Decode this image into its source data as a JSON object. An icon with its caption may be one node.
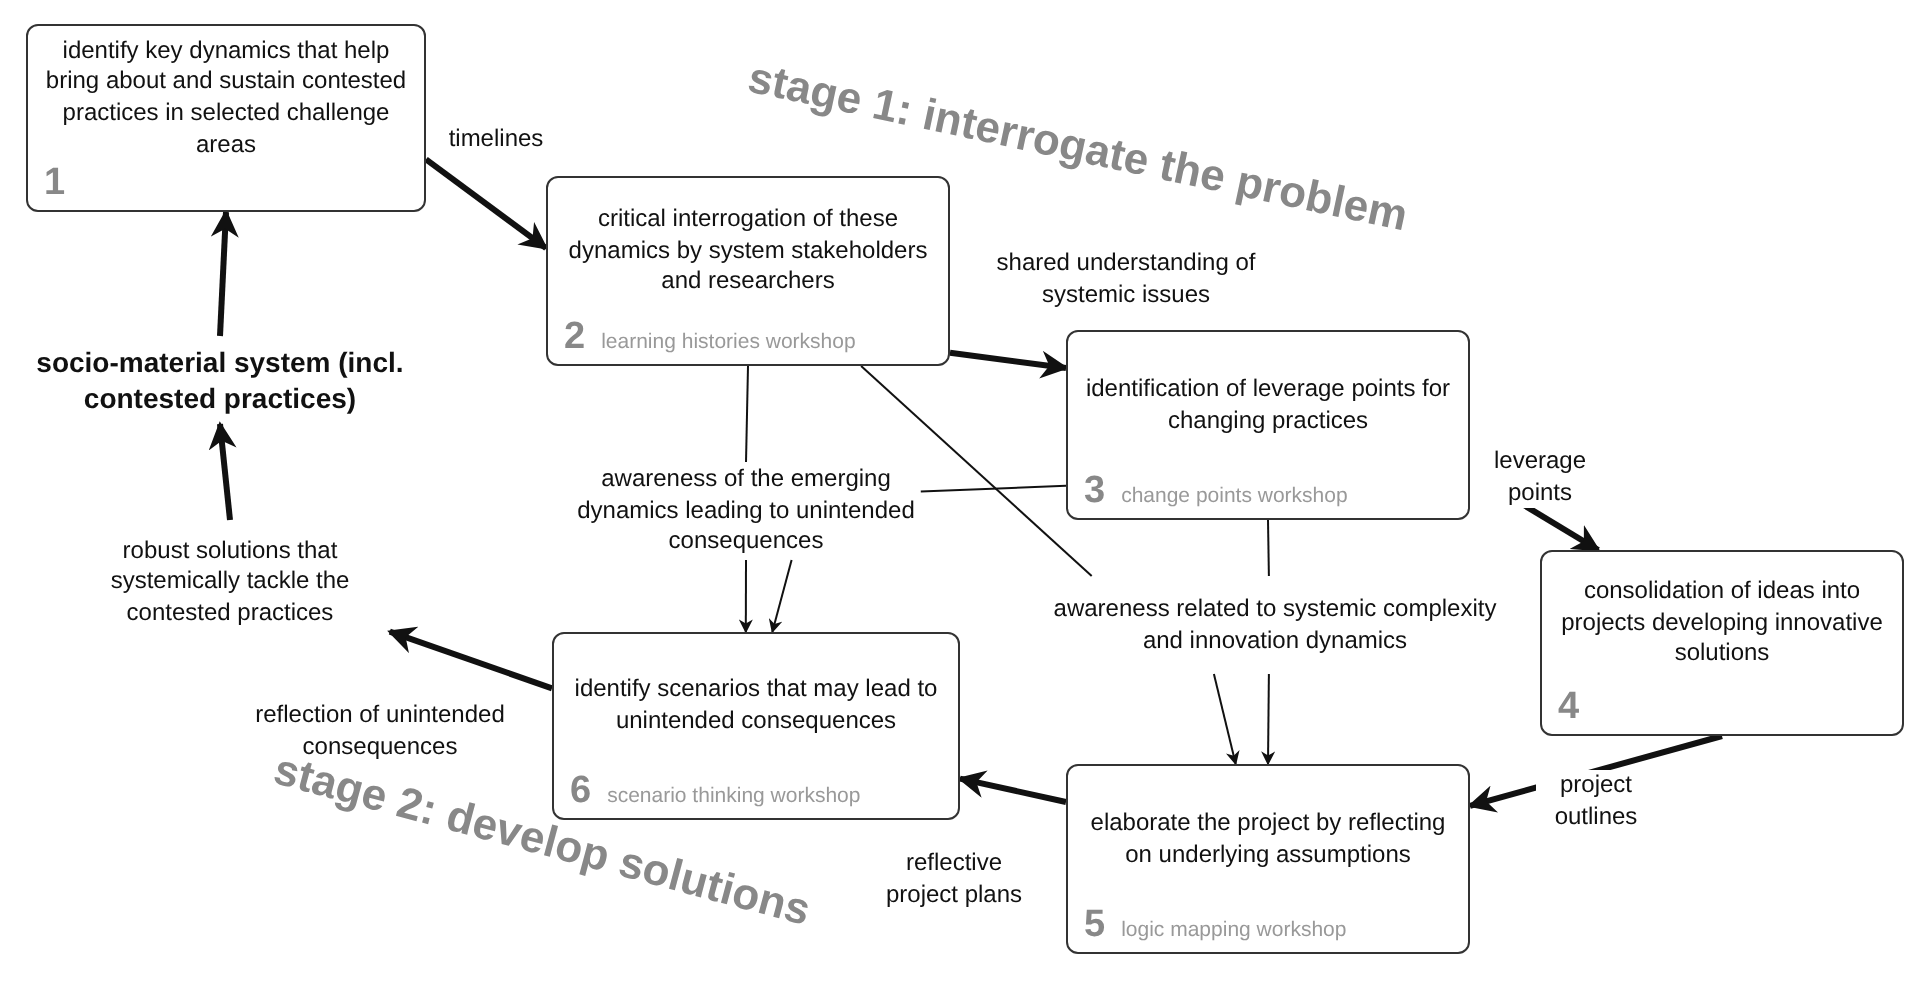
{
  "diagram": {
    "nodes": [
      {
        "text": [
          "identify key dynamics that help bring about and sustain contested practices in selected challenge areas",
          "1"
        ]
      },
      {
        "text": [
          "socio-material system (incl. contested practices)"
        ]
      },
      {
        "text": [
          "critical interrogation of these dynamics by system stakeholders and researchers",
          "2",
          "learning histories workshop"
        ]
      },
      {
        "text": [
          "identification of leverage points for changing practices",
          "3",
          "change points workshop"
        ]
      },
      {
        "text": [
          "consolidation of ideas into projects developing innovative solutions",
          "4"
        ]
      },
      {
        "text": [
          "elaborate the project by reflecting on underlying assumptions",
          "5",
          "logic mapping workshop"
        ]
      },
      {
        "text": [
          "identify scenarios that may lead to unintended consequences",
          "6",
          "scenario thinking workshop"
        ]
      },
      {
        "text": [
          "robust solutions that systemically tackle the contested practices"
        ]
      },
      {
        "text": [
          "awareness of the emerging dynamics leading to unintended consequences"
        ]
      },
      {
        "text": [
          "awareness related to systemic complexity and innovation dynamics"
        ]
      }
    ],
    "edges": [
      {
        "from": 1,
        "to": 0,
        "arrow": "to",
        "style": "thick"
      },
      {
        "from": 0,
        "to": 2,
        "arrow": "to",
        "label": "timelines",
        "style": "thick"
      },
      {
        "from": 2,
        "to": 3,
        "arrow": "to",
        "label": "shared understanding of systemic issues",
        "style": "thick"
      },
      {
        "from": 3,
        "to": 4,
        "arrow": "to",
        "label": "leverage points",
        "style": "thick"
      },
      {
        "from": 4,
        "to": 5,
        "arrow": "to",
        "label": "project outlines",
        "style": "thick"
      },
      {
        "from": 5,
        "to": 6,
        "arrow": "to",
        "label": "reflective project plans",
        "style": "thick"
      },
      {
        "from": 6,
        "to": 7,
        "arrow": "to",
        "label": "reflection of unintended consequences",
        "style": "thick"
      },
      {
        "from": 7,
        "to": 1,
        "arrow": "to",
        "style": "thick"
      },
      {
        "from": 2,
        "to": 8,
        "arrow": "none"
      },
      {
        "from": 3,
        "to": 8,
        "arrow": "none"
      },
      {
        "from": 8,
        "to": 6,
        "arrow": "to"
      },
      {
        "from": 8,
        "to": 6,
        "arrow": "to"
      },
      {
        "from": 2,
        "to": 9,
        "arrow": "none"
      },
      {
        "from": 3,
        "to": 9,
        "arrow": "none"
      },
      {
        "from": 9,
        "to": 5,
        "arrow": "to"
      },
      {
        "from": 9,
        "to": 5,
        "arrow": "to"
      }
    ],
    "labels": [
      "stage 1: interrogate the problem",
      "stage 2: develop solutions"
    ]
  }
}
